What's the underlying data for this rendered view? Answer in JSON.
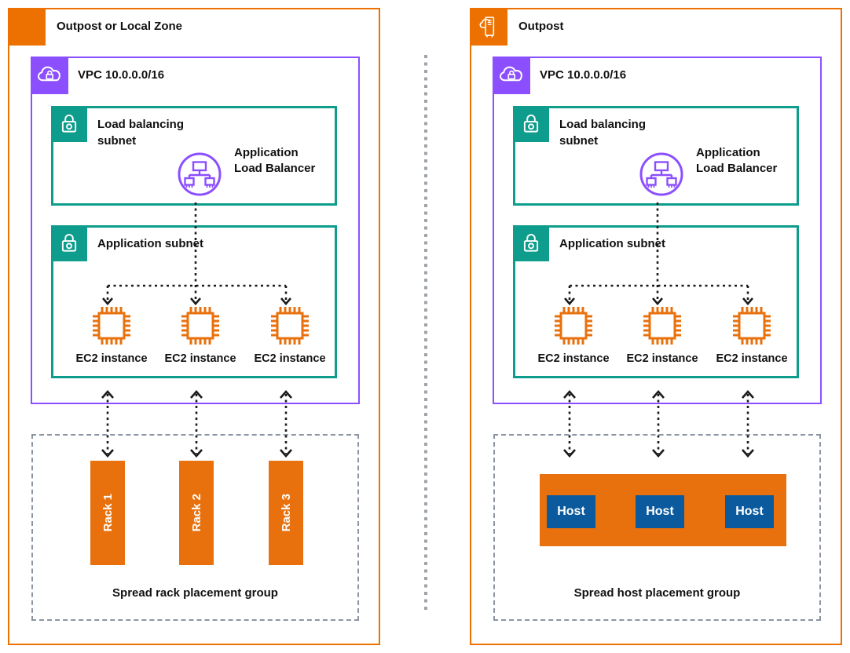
{
  "left": {
    "title": "Outpost or Local Zone",
    "vpc_label": "VPC 10.0.0.0/16",
    "lb_subnet_label": "Load balancing subnet",
    "alb_label": "Application Load Balancer",
    "app_subnet_label": "Application subnet",
    "ec2": [
      "EC2 instance",
      "EC2 instance",
      "EC2 instance"
    ],
    "racks": [
      "Rack 1",
      "Rack 2",
      "Rack 3"
    ],
    "caption": "Spread rack placement group"
  },
  "right": {
    "title": "Outpost",
    "vpc_label": "VPC 10.0.0.0/16",
    "lb_subnet_label": "Load balancing subnet",
    "alb_label": "Application Load Balancer",
    "app_subnet_label": "Application subnet",
    "ec2": [
      "EC2 instance",
      "EC2 instance",
      "EC2 instance"
    ],
    "hosts": [
      "Host",
      "Host",
      "Host"
    ],
    "caption": "Spread host placement group"
  },
  "icons": {
    "left_header": "outpost-or-local-zone-icon",
    "right_header": "outpost-icon",
    "vpc": "vpc-cloud-lock-icon",
    "subnet": "subnet-lock-icon",
    "alb": "application-load-balancer-icon",
    "ec2": "ec2-chip-icon"
  },
  "colors": {
    "orange": "#ED7100",
    "orange_fill": "#E8710D",
    "purple": "#8C4FFF",
    "teal": "#0E9D8C",
    "host_blue": "#0B5A9D",
    "dashed_gray": "#8B95A2",
    "arrow_black": "#1A1A1A"
  }
}
